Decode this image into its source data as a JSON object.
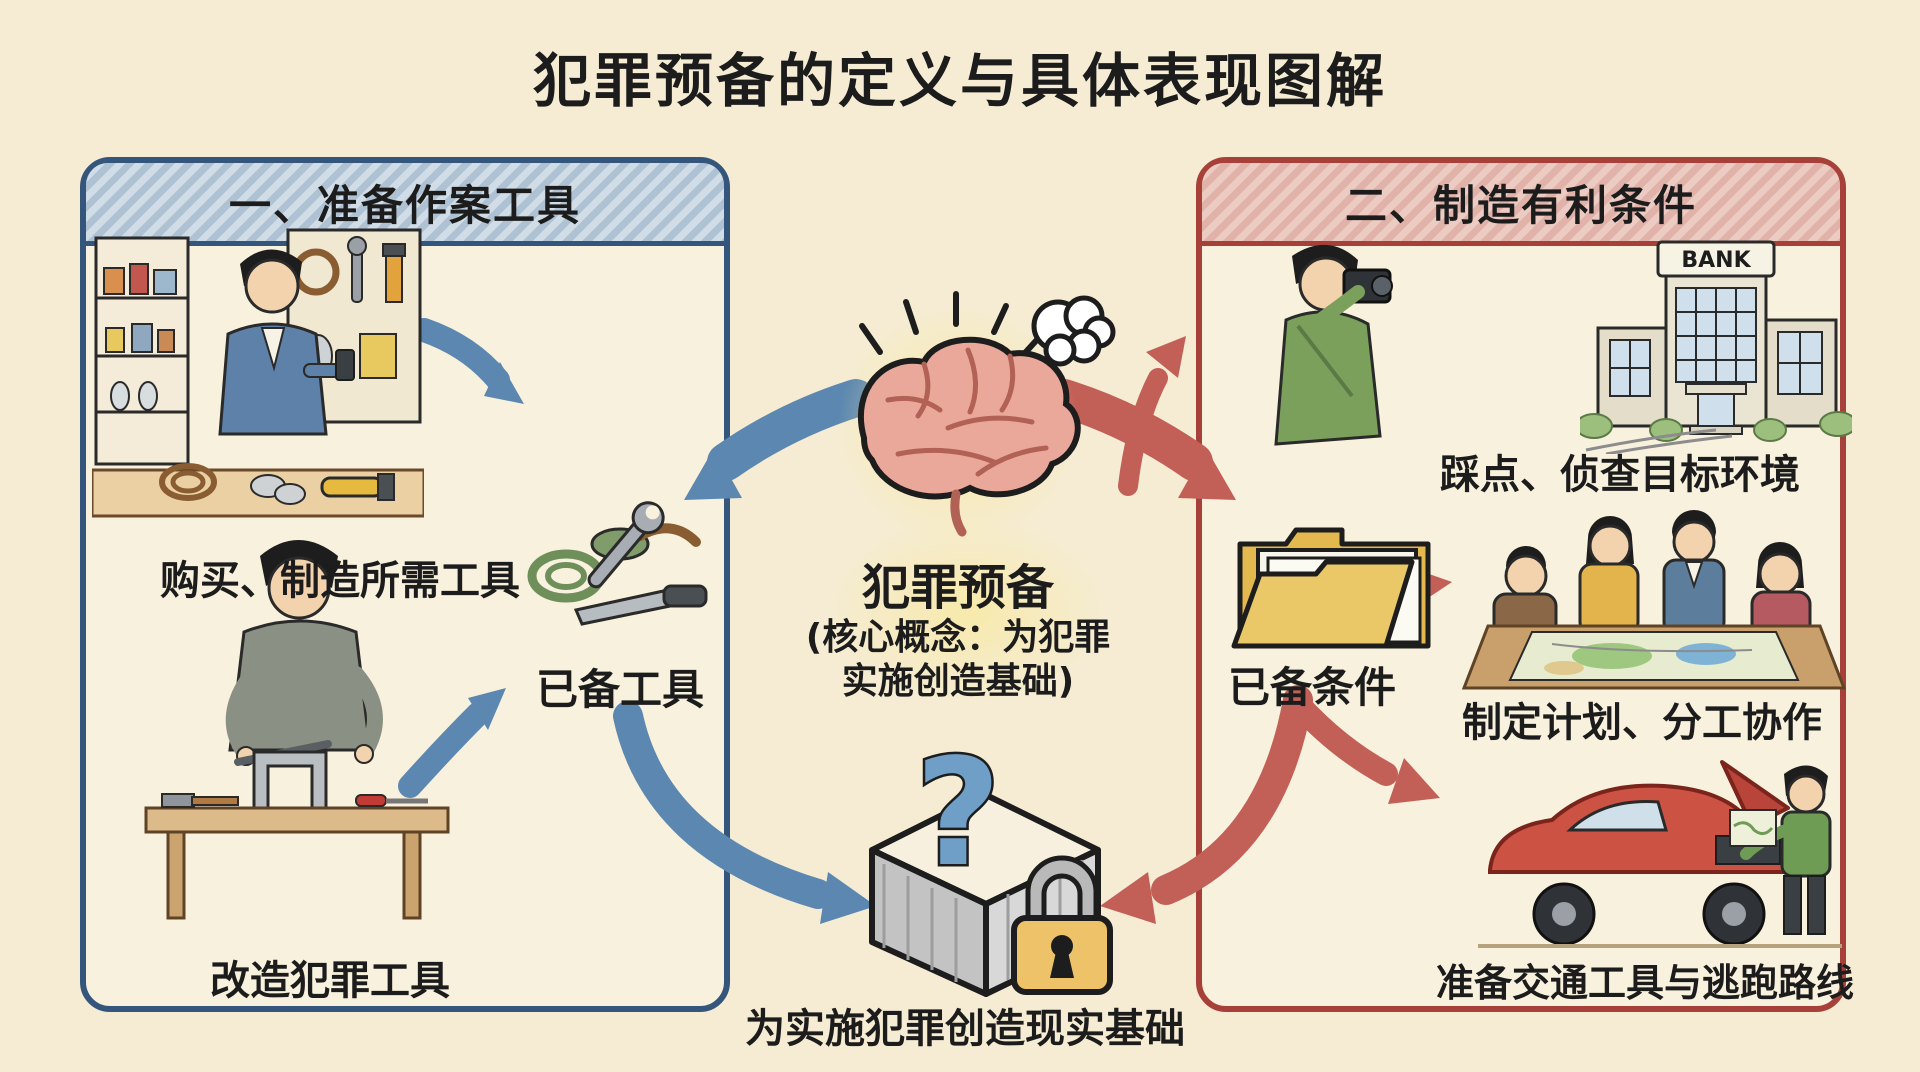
{
  "title": "犯罪预备的定义与具体表现图解",
  "left_panel": {
    "header": "一、准备作案工具",
    "item1_label": "购买、制造所需工具",
    "item2_label": "改造犯罪工具",
    "hub_label": "已备工具"
  },
  "right_panel": {
    "header": "二、制造有利条件",
    "item1_label": "踩点、侦查目标环境",
    "item2_label": "制定计划、分工协作",
    "item3_label": "准备交通工具与逃跑路线",
    "hub_label": "已备条件",
    "bank_sign": "BANK"
  },
  "center": {
    "concept_title": "犯罪预备",
    "concept_note_line1": "(核心概念：为犯罪",
    "concept_note_line2": "实施创造基础)",
    "question_mark": "?",
    "outcome_label": "为实施犯罪创造现实基础"
  },
  "colors": {
    "background": "#f5ecd3",
    "left_border": "#35567c",
    "left_header_bg": "#dbe6ee",
    "right_border": "#a8403a",
    "right_header_bg": "#f0d8cf",
    "arrow_blue": "#5c87b1",
    "arrow_red": "#c26058",
    "folder_yellow": "#e3b84f",
    "lock_yellow": "#edc268",
    "brain_pink": "#eaa89a",
    "glow_yellow": "#f8e9a0",
    "text": "#1c1c1c"
  }
}
